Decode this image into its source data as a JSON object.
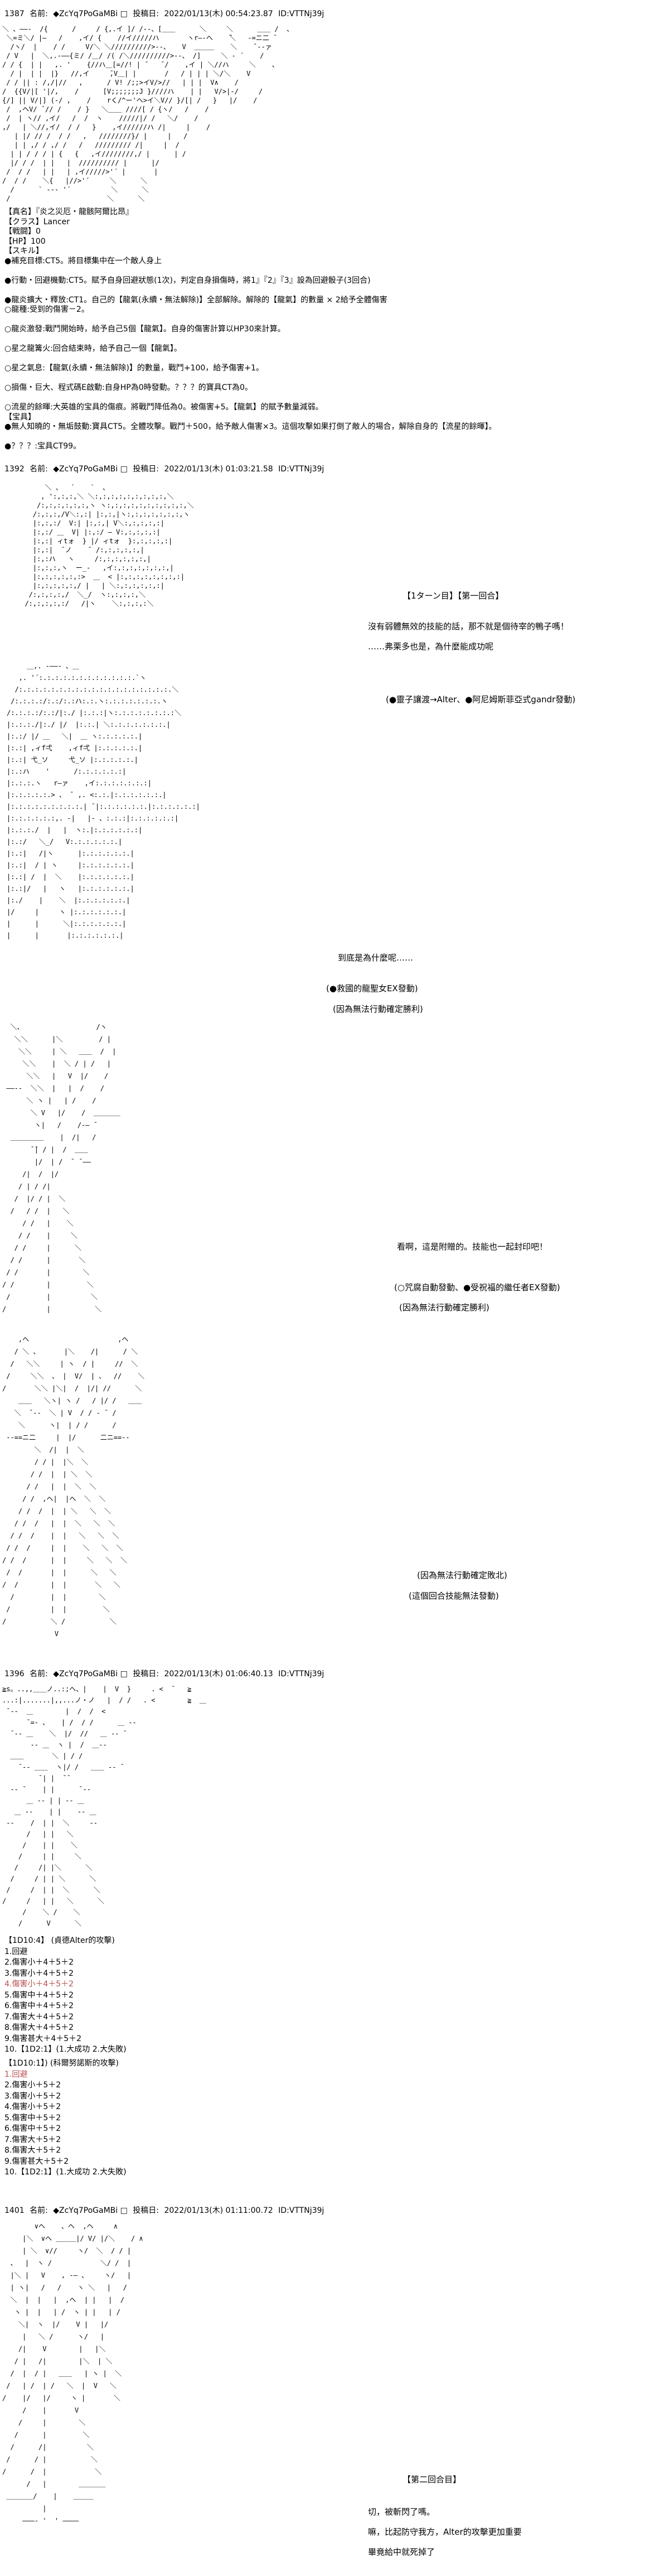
{
  "colors": {
    "background": "#ffffff",
    "text": "#000000",
    "dice_rolled_red": "#b85050"
  },
  "posts": {
    "p1387": {
      "number": "1387",
      "name_label": "名前:",
      "trip": "◆ZcYq7PoGaMBi □",
      "date_label": "投稿日:",
      "datetime": "2022/01/13(木) 00:54:23.87",
      "id": "ID:VTTNj39j",
      "aa": [
        "＼ 、――-  /{      /     / {,.イ ]/ /--、[＿＿      ＼     ＼      ＿＿ /  、",
        " ＼=ミ＼/ |―   /    ,イ/ {    //イ/////ハ       ヽr―‐ヘ    ̄＼   -=ニ二 ̄",
        "  /ヽ/  |    / /     V/＼ ＼//////////>--、   V  ＿＿＿    ＼    ̄ --ァ",
        " / V   |  ＼,.-――{ミ/ /＿/ /( /＼//////////>--、 /]     ＼ - ´    /",
        "/ / {  | |   ,. '    {//ハ＿[=//! | ̄    ̄ /    ,イ | ＼//ハ     ＼    、",
        "  / |  | |  |}   //,イ     ̄,V＿| |       /   / | | | ＼/＼    V",
        " / / || : /,/|//   ,      / V! /;;>イV/>//   | | |  V∧    /",
        "/  {{V/|[ '|/,    /      [V;;;;;;;J }////ハ    | |   V/>|-/     /",
        "{/] || V/|] (-/ ,    /    rく/^ー'ヘ>イ＼V// }/[| /   }   |/    /",
        " /  ,ヘV/ ̄ // /    / }   ＼＿＿ ////[ / {ヽ/   /    /",
        " /  | ヽ// ,イ/   /  /  ヽ    /////|/ /   ＼/    /",
        ",/   | ＼//,イ/  / /   }    ,イ//////ハ /|     |    /",
        "   | |/ // /  / /   ,   ////////}/ |     |   /",
        "   | | ,/ / ,/ /   /   ///////// /|     |  /",
        "  | | / / / | {   {   ,イ////////,/ |      | /",
        "  |/ / /  | |   |  ////////// |      |/",
        " /  / /   | |   | ,イ/////>'´ |       |",
        "/  / /    ＼{   |//>'´     ＼      ＼",
        "  /      ` --- '´          ＼      ＼",
        " /                        ＼      ＼"
      ],
      "sheet": [
        "【真名】『炎之災厄・龍骸阿爾比昂』",
        "【クラス】Lancer",
        "【戦闘】0",
        "【HP】100",
        "【スキル】",
        "●補充目標:CT5。將目標集中在一个敵人身上",
        "",
        "●行動・回避機動:CT5。賦予自身回避狀態(1次)，判定自身損傷時，將1』『2』『3』設為回避骰子(3回合)",
        "",
        "●龍炎擴大・釋放:CT1。自己的【龍氣(永續・無法解除)】全部解除。解除的【龍氣】的數量 × 2給予全體傷害",
        "○龍種:受到的傷害－2。",
        "",
        "○龍炎激發:戰鬥開始時，給予自己5個【龍氣】。自身的傷害計算以HP30來計算。",
        "",
        "○星之龍篝火:回合結束時，給予自己一個【龍氣】。",
        "",
        "○星之氣息:【龍氣(永續・無法解除)】的數量，戰鬥+100，給予傷害+1。",
        "",
        "○損傷・巨大、程式碼E啟動:自身HP為0時發動。？？？的寶具CT為0。",
        "",
        "○流星的餘暉:大英雄的宝具的傷痕。將戰鬥降低為0。被傷害+5。【龍氣】的賦予數量減弱。",
        "【宝具】",
        "●無人知曉的・無垢鼓動:寶具CT5。全體攻擊。戰鬥＋500，給予敵人傷害×3。這個攻擊如果打倒了敵人的場合，解除自身的【流星的餘暉】。",
        "",
        "●？？？:宝具CT99。"
      ]
    },
    "p1392": {
      "number": "1392",
      "name_label": "名前:",
      "trip": "◆ZcYq7PoGaMBi □",
      "date_label": "投稿日:",
      "datetime": "2022/01/13(木) 01:03:21.58",
      "id": "ID:VTTNj39j",
      "aa_portrait": [
        "       ＼ 、  ´    `  、",
        "      , ':,:,:,＼ ＼:,:,:,:,:,:,:,:,:,＼",
        "     /:,:,:,:,:,:,ヽ ヽ:,:,:,:,:,:,:,:,:,:,＼",
        "    /:,:,:,/V＼:,:| |:,:,|ヽ:,:,:,:,:,:,:,ヽ",
        "    |:,:,:/  V:| |:,:,| V＼:,:,:,:,:|",
        "    |:,:/ ＿  V| |:,:/ ― V:,:,:,:,:|",
        "    |:,:| ィtォ  } |/ ィtォ  }:,:,:,:,:|",
        "    |:,:|  ̄ ノ    ̄  /:,:,:,:,:,|",
        "    |:,:ハ   ヽ     /:,:,:,:,:,:,|",
        "    |:,:,:,ヽ  ー_-   ,イ:,:,:,:,:,:,:,|",
        "    |:,:,:,:,:,:>  ＿  < |:,:,:,:,:,:,:,:|",
        "    |:,:,:,:,:,/ |   | ＼:,:,:,:,:,:|",
        "   /:,:,:,:,/  ＼_/  ヽ:,:,:,:,＼",
        "  /:,:,:,:,:/   /|ヽ    ＼:,:,:,:＼"
      ],
      "turn1_title": "【1ターン目】【第一回合】",
      "turn1_line1": "沒有弱體無效的技能的話，那不就是個待宰的鴨子嗎！",
      "turn1_line2": "……弗栗多也是，為什麼能成功呢",
      "turn1_line3": "(●靈子讓渡→Alter、●阿尼姆斯菲亞式gandr發動)",
      "aa_girl": [
        "     ＿,. -――- 、＿",
        "   ,. '´:.:.:.:.:.:.:.:.:.:.:.:.`ヽ",
        "  /:.:.:.:.:.:.:.:.:.:.:.:.:.:.:.:.:.:.:.＼",
        " /:.:.:.:/:.:/:.:ハ:.:.ヽ:.:.:.:.:.:.:.ヽ",
        "/:.:.:.:/:.:/|:./ |:.:.:|ヽ:.:.:.:.:.:.:.:＼",
        "|:.:.:./|:./ |/  |:.:.| ＼:.:.:.:.:.:.:.|",
        "|:.:/ |/ ＿   ＼|  ＿ ヽ:.:.:.:.:.|",
        "|:.:| ,ィf弌    ,ィf弌 |:.:.:.:.:.|",
        "|:.:| 弋_ソ     弋_ソ |:.:.:.:.:.|",
        "|:.:ハ    '      /:.:.:.:.:.:|",
        "|:.:.:.ヽ   r―ァ    ,イ:.:.:.:.:.:.:|",
        "|:.:.:.:.:.> 、 ̄  ,. <:.:.|:.:.:.:.:.:.|",
        "|:.:.:.:.:.:.:.:.:.| ̄ |:.:.:.:.:.:.|:.:.:.:.:.:|",
        "|:.:.:.:.:.:,. -|   |- 、:.:.:|:.:.:.:.:.:|",
        "|:.:.:./  |   |  ヽ:.|:.:.:.:.:.:|",
        "|:.:/   ＼_/   V:.:.:.:.:.:.|",
        "|:.:|   /|ヽ      |:.:.:.:.:.:.|",
        "|:.:|  / | ヽ     |:.:.:.:.:.:.|",
        "|:.:| /  |  ＼    |:.:.:.:.:.:.|",
        "|:.:|/   |   ヽ   |:.:.:.:.:.:.|",
        "|:./    |    ＼  |:.:.:.:.:.:.|",
        "|/     |     ヽ |:.:.:.:.:.:.|",
        "|      |      ＼|:.:.:.:.:.:.|",
        "|      |       |:.:.:.:.:.:.|"
      ],
      "why_line1": "到底是為什麼呢……",
      "why_line2": "(●救國的龍聖女EX發動)",
      "why_line3": "(因為無法行動確定勝利)",
      "aa_scene": [
        "  ＼、                  /ヽ",
        "   ＼＼      |＼         / |",
        "    ＼＼     | ＼   ＿＿  /  |",
        "     ＼＼    |  ＼ / | /   |",
        "      ＼＼   |   V  |/    /",
        " ――--  ＼＼  |   |  /    /",
        "      ＼ ヽ |   | /    /",
        "       ＼ V   |/    /  ＿＿＿＿",
        "        ヽ|   /    /-― ̄",
        "  ＿＿＿＿＿    |  /|   /",
        "       ̄ ̄| / |  /  ＿＿",
        "        |/  | /  ̄  ̄ ――",
        "     /|  /  |/",
        "    / | / /|",
        "   /  |/ / |  ＼",
        "  /   / /  |   ＼",
        "     / /   |    ＼",
        "    / /    |     ＼",
        "   / /     |      ＼",
        "  / /      |       ＼",
        " / /       |        ＼",
        "/ /        |         ＼",
        " /         |          ＼",
        "/          |           ＼"
      ],
      "seal_line1": "看啊，這是附贈的。技能也一起封印吧！",
      "seal_line2": "(○咒腐自動發動、●受祝福的繼任者EX發動)",
      "seal_line3": "(因為無法行動確定勝利)",
      "aa_scene2": [
        "    ,ヘ                      ,ヘ",
        "   / ＼ 、      |＼    /|      / ＼",
        "  /   ＼＼     | ヽ  / |     //  ＼",
        " /     ＼＼  、 |  V/  | 、  //    ＼",
        "/       ＼＼ |＼|  /  |/| //      ＼",
        "    ＿＿   ＼ヽ| ヽ /   / |/ /   ＿＿",
        "   ＼  ̄ --  ＼ | V  / / - ̄  /",
        "    ＼      ヽ|  | / /      /",
        " --==ニ二     |  |/      二ニ==--",
        "        ＼  /|  |  ＼",
        "        / / |  |＼  ＼",
        "       / /  |  | ＼  ＼",
        "      / /   |  |  ＼  ＼",
        "     / /  ,ヘ|  |ヘ  ＼  ＼",
        "    / /  /  |  | ＼   ＼  ＼",
        "   / /  /   |  |  ＼   ＼  ＼",
        "  / /  /    |  |   ＼   ＼  ＼",
        " / /  /     |  |    ＼   ＼  ＼",
        "/ /  /      |  |     ＼   ＼  ＼",
        " /  /       |  |      ＼   ＼",
        "/  /        |  |       ＼   ＼",
        "  /         |  |        ＼",
        " /          |  |         ＼",
        "/           ＼ /           ＼",
        "             V"
      ],
      "lose_line1": "(因為無法行動確定敗北)",
      "lose_line2": "(這個回合技能無法發動)"
    },
    "p1396": {
      "number": "1396",
      "name_label": "名前:",
      "trip": "◆ZcYq7PoGaMBi □",
      "date_label": "投稿日:",
      "datetime": "2022/01/13(木) 01:06:40.13",
      "id": "ID:VTTNj39j",
      "aa": [
        "≧s。..,,＿＿ノ..:;ヘ、|    |  V  }     . <  ̄    ≧",
        "...:|.......|,,...ノ・ノ   |  / /   . <        ≧  ＿",
        " ̄ ‐-  ＿        |  /  /  <",
        "      ̄ =- 、   | /  / /      ＿ -‐",
        "  ̄ ‐- ＿    ＼  |/  //   ＿ -‐ ̄",
        "       ‐- ＿  ヽ |  /  ＿-‐",
        "  ＿＿       ＼ | / /",
        "    ̄ ‐- ＿＿  ヽ|/ /   ＿＿ -‐ ̄",
        "         ̄ | |  ̄ ̄",
        "  -‐ ̄     | |      ̄ ‐-",
        "      ＿ -‐ | | ‐- ＿",
        "   ＿ -‐    | |    ‐- ＿",
        " -‐    /  | |  ＼     ‐-",
        "      /   | |   ＼",
        "     /    | |    ＼",
        "    /     | |     ＼",
        "   /     /| |＼      ＼",
        "  /     / | | ＼      ＼",
        " /     /  | |  ＼      ＼",
        "/     /   | |   ＼      ＼",
        "     /    ＼ /    ＼",
        "    /      V      ＼"
      ],
      "dice1": {
        "title": "【1D10:4】 (貞德Alter的攻擊)",
        "options": [
          "1.回避",
          "2.傷害小＋4＋5＋2",
          "3.傷害小＋4＋5＋2",
          "4.傷害小＋4＋5＋2",
          "5.傷害中＋4＋5＋2",
          "6.傷害中＋4＋5＋2",
          "7.傷害大＋4＋5＋2",
          "8.傷害大＋4＋5＋2",
          "9.傷害甚大＋4＋5＋2",
          "10.【1D2:1】(1.大成功  2.大失敗)"
        ],
        "rolled_index": 3
      },
      "dice2": {
        "title": "【1D10:1】)  (科爾努諾斯的攻擊)",
        "options": [
          "1.回避",
          "2.傷害小＋5＋2",
          "3.傷害小＋5＋2",
          "4.傷害小＋5＋2",
          "5.傷害中＋5＋2",
          "6.傷害中＋5＋2",
          "7.傷害大＋5＋2",
          "8.傷害大＋5＋2",
          "9.傷害甚大＋5＋2",
          "10.【1D2:1】(1.大成功  2.大失敗)"
        ],
        "rolled_index": 0
      }
    },
    "p1401": {
      "number": "1401",
      "name_label": "名前:",
      "trip": "◆ZcYq7PoGaMBi □",
      "date_label": "投稿日:",
      "datetime": "2022/01/13(木) 01:11:00.72",
      "id": "ID:VTTNj39j",
      "aa": [
        "        ∨ヘ    、ヘ  ,ヘ     ∧",
        "     |＼  ∨ヘ ＿＿＿|/ V/ |/＼    / ∧",
        "     | ＼  ∨//     ヽ/  ＼  / / |",
        "  、  |  ヽ /            ＼/ /  |",
        "  |＼ |   V    , -― 、    ヽ/   |",
        "  | ヽ|   /   /    ヽ ＼   |   /",
        "  ＼  |  |   |  ,ヘ  | |   |  /",
        "   ヽ |  |   | /  ヽ | |   | /",
        "    ＼|  ヽ  |/    V |   |/",
        "     |   ＼ /      ヽ/   |",
        "    /|    V        |   |＼",
        "   / |   /|        |＼  | ＼",
        "  /  |  / |   ＿＿   | ヽ |  ＼",
        " /   | /  | /   ＼  |  V   ＼",
        "/    |/   |/     ヽ |       ＼",
        "     /    |       V",
        "    /     |        ＼",
        "   /      |         ＼",
        "  /      /|          ＼",
        " /      / |           ＼",
        "/      /  |            ＼",
        "      /   |        ＿＿＿＿",
        " ＿＿＿＿/    |    ＿＿＿",
        "          |",
        "     ―――‐ '  ' ――――",
        ""
      ],
      "turn2_title": "【第二回合目】",
      "turn2_line1": "切，被斬閃了嗎。",
      "turn2_line2": "嘛，比起防守我方，Alter的攻擊更加重要",
      "turn2_line3": "畢竟給中就死掉了"
    }
  }
}
